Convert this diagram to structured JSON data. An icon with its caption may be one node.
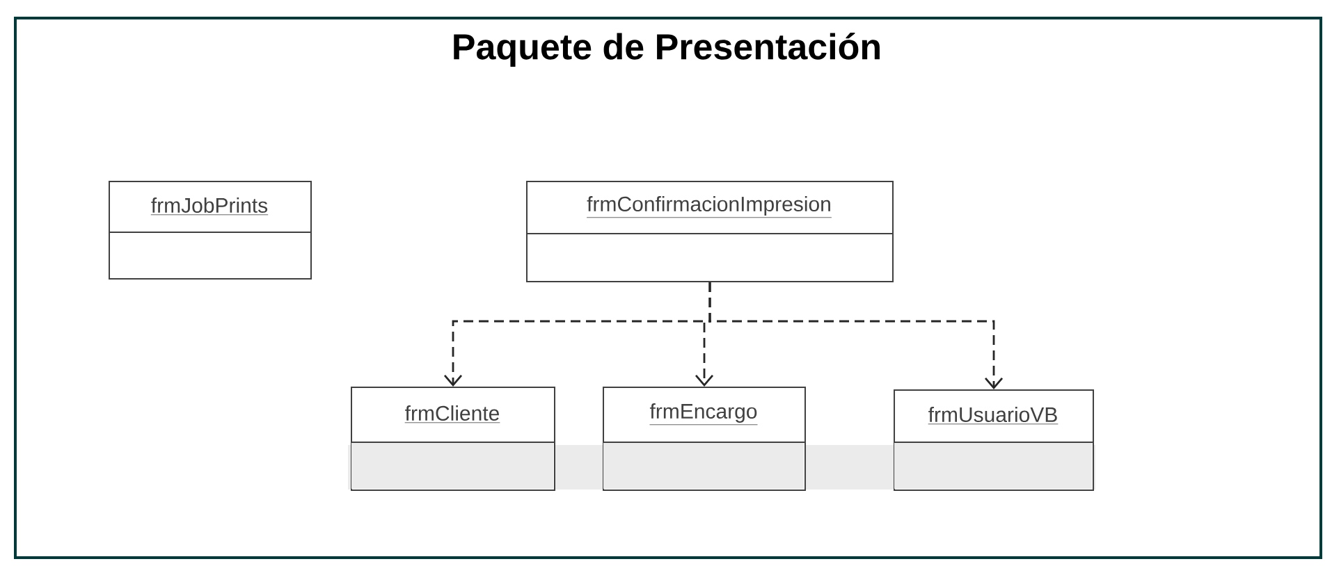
{
  "diagram": {
    "nodes": [
      {
        "text": [
          "Paquete de Presentación"
        ]
      },
      {
        "text": [
          "frmJobPrints"
        ],
        "in": 0
      },
      {
        "text": [
          "frmConfirmacionImpresion"
        ],
        "in": 0
      },
      {
        "text": [
          "frmCliente"
        ],
        "in": 0
      },
      {
        "text": [
          "frmEncargo"
        ],
        "in": 0
      },
      {
        "text": [
          "frmUsuarioVB"
        ],
        "in": 0
      }
    ],
    "edges": [
      {
        "from": 2,
        "to": 3,
        "arrow": "to",
        "style": "dashed"
      },
      {
        "from": 2,
        "to": 4,
        "arrow": "to",
        "style": "dashed"
      },
      {
        "from": 2,
        "to": 5,
        "arrow": "to",
        "style": "dashed"
      }
    ]
  }
}
